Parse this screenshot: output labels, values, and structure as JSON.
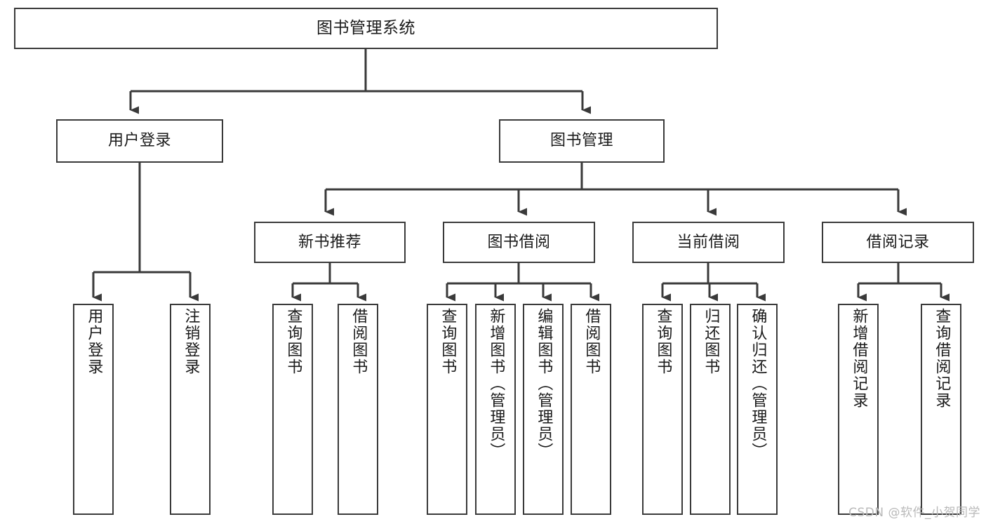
{
  "diagram": {
    "title": "图书管理系统",
    "type": "tree-hierarchy-chart",
    "watermark": "CSDN @软件_小贺同学",
    "colors": {
      "box_border": "#3a3a3a",
      "box_fill": "#ffffff",
      "edge": "#3a3a3a",
      "text": "#1a1a1a",
      "watermark": "#b9b9b9"
    },
    "levels": {
      "root": {
        "label": "图书管理系统"
      },
      "level2": [
        {
          "label": "用户登录"
        },
        {
          "label": "图书管理"
        }
      ],
      "level3": [
        {
          "label": "新书推荐"
        },
        {
          "label": "图书借阅"
        },
        {
          "label": "当前借阅"
        },
        {
          "label": "借阅记录"
        }
      ],
      "leaves": {
        "user_login": [
          {
            "label": "用户登录"
          },
          {
            "label": "注销登录"
          }
        ],
        "new_book_recommend": [
          {
            "label": "查询图书"
          },
          {
            "label": "借阅图书"
          }
        ],
        "book_borrow": [
          {
            "label": "查询图书"
          },
          {
            "label": "新增图书（管理员）"
          },
          {
            "label": "编辑图书（管理员）"
          },
          {
            "label": "借阅图书"
          }
        ],
        "current_borrow": [
          {
            "label": "查询图书"
          },
          {
            "label": "归还图书"
          },
          {
            "label": "确认归还（管理员）"
          }
        ],
        "borrow_record": [
          {
            "label": "新增借阅记录"
          },
          {
            "label": "查询借阅记录"
          }
        ]
      }
    }
  }
}
